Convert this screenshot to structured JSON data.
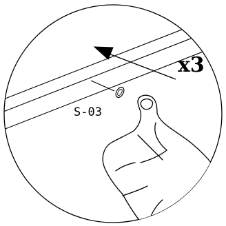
{
  "diagram": {
    "part_label": "S-03",
    "multiplier_label": "x3",
    "icons": {
      "lens": "magnified-detail-circle",
      "arrow": "slide-direction-arrow",
      "hole": "screw-hole-icon",
      "hand": "pointing-hand-icon"
    },
    "colors": {
      "line": "#000000",
      "background": "#ffffff"
    }
  }
}
